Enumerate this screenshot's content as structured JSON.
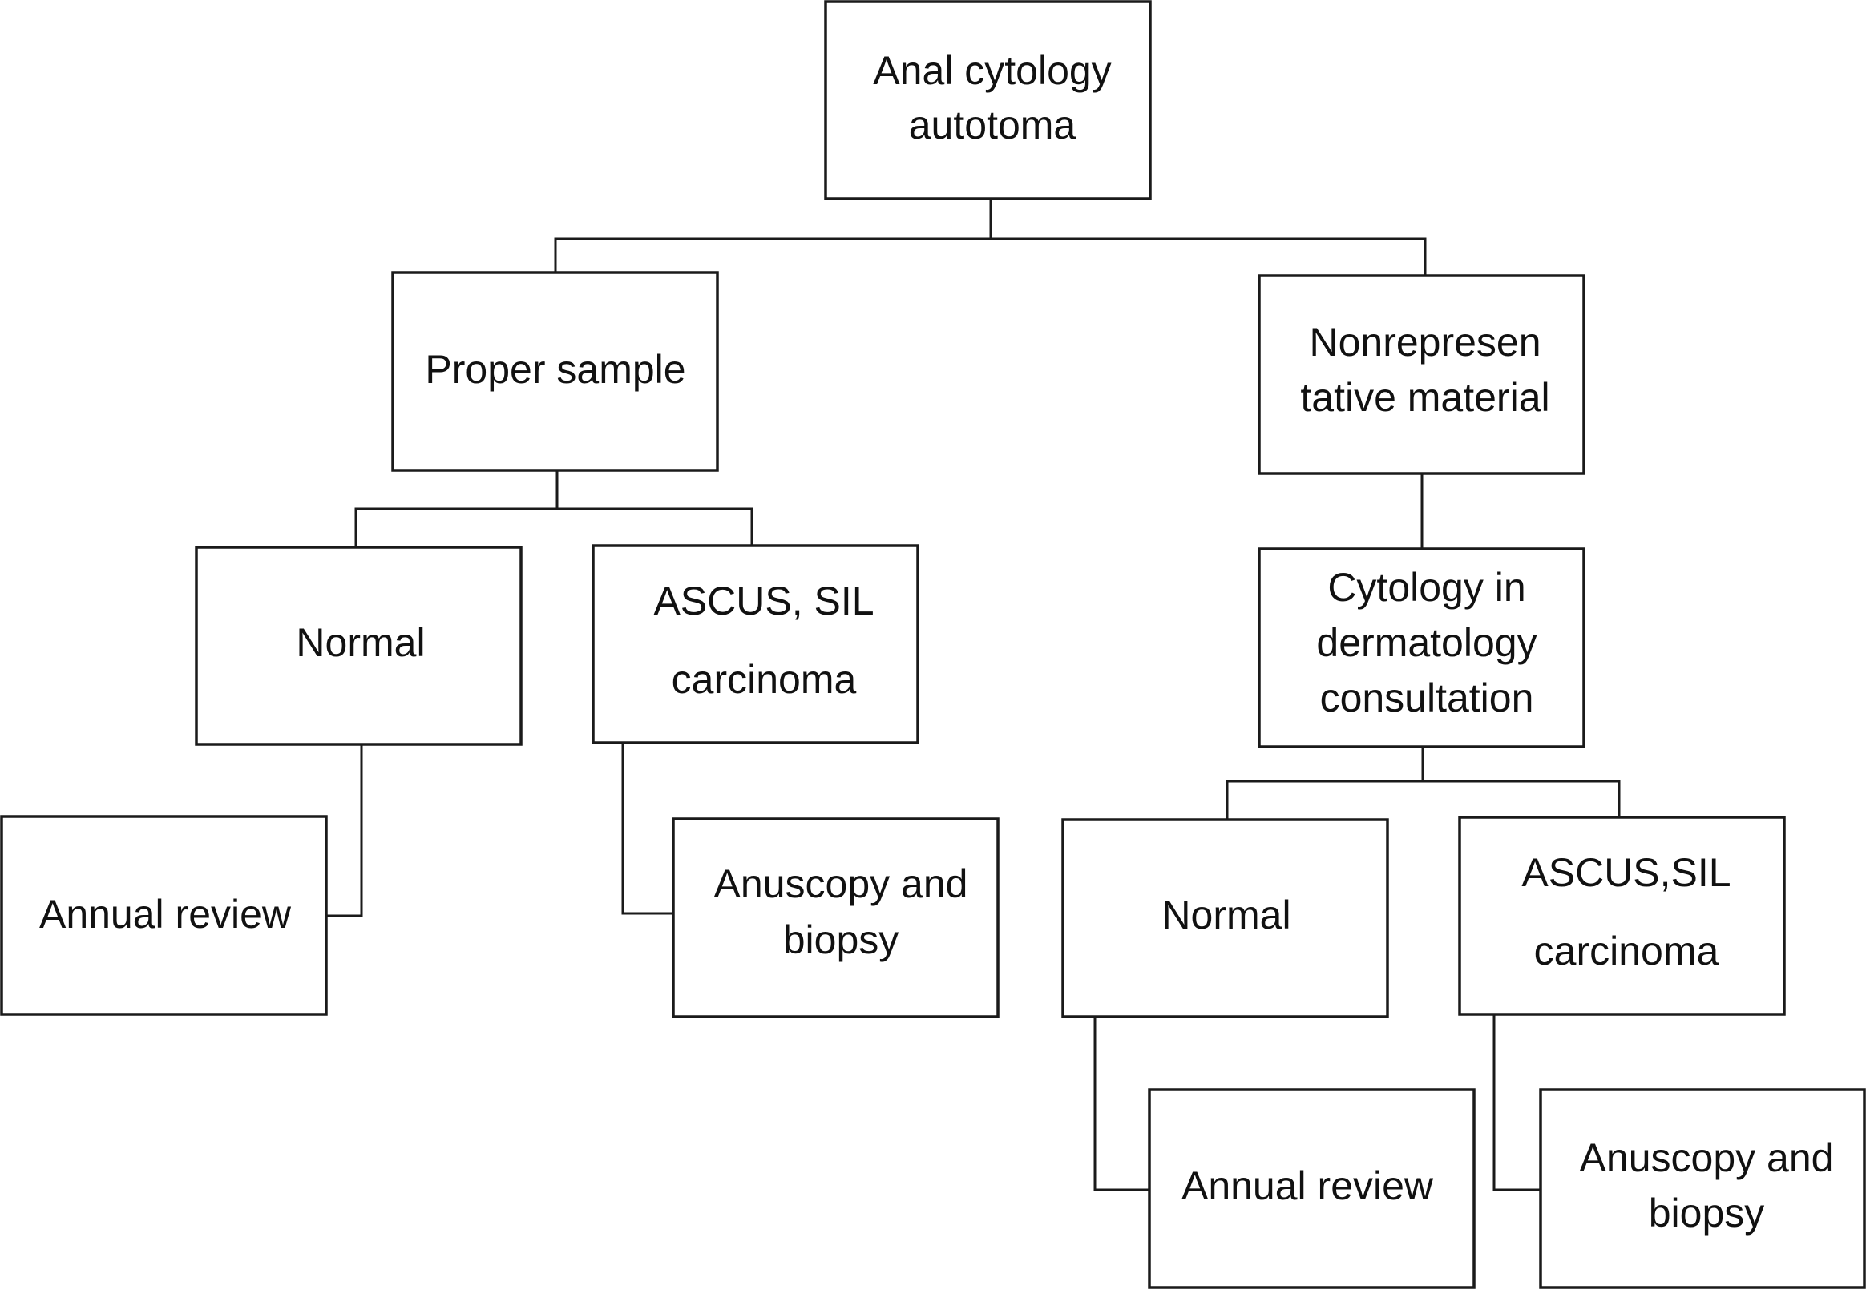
{
  "diagram": {
    "nodes": [
      {
        "id": "root",
        "lines": [
          "Anal cytology",
          "autotoma"
        ]
      },
      {
        "id": "proper",
        "lines": [
          "Proper sample"
        ]
      },
      {
        "id": "nonrep",
        "lines": [
          "Nonrepresen",
          "tative material"
        ]
      },
      {
        "id": "normal_left",
        "lines": [
          "Normal"
        ]
      },
      {
        "id": "ascus_left",
        "lines": [
          "ASCUS, SIL",
          "carcinoma"
        ]
      },
      {
        "id": "annual_left",
        "lines": [
          "Annual review"
        ]
      },
      {
        "id": "anuscopy_left",
        "lines": [
          "Anuscopy and",
          "biopsy"
        ]
      },
      {
        "id": "cyto_derm",
        "lines": [
          "Cytology in",
          "dermatology",
          "consultation"
        ]
      },
      {
        "id": "normal_right",
        "lines": [
          "Normal"
        ]
      },
      {
        "id": "ascus_right",
        "lines": [
          "ASCUS,SIL",
          "carcinoma"
        ]
      },
      {
        "id": "annual_right",
        "lines": [
          "Annual review"
        ]
      },
      {
        "id": "anuscopy_right",
        "lines": [
          "Anuscopy and",
          "biopsy"
        ]
      }
    ],
    "edges": [
      {
        "from": "root",
        "to": "proper"
      },
      {
        "from": "root",
        "to": "nonrep"
      },
      {
        "from": "proper",
        "to": "normal_left"
      },
      {
        "from": "proper",
        "to": "ascus_left"
      },
      {
        "from": "normal_left",
        "to": "annual_left"
      },
      {
        "from": "ascus_left",
        "to": "anuscopy_left"
      },
      {
        "from": "nonrep",
        "to": "cyto_derm"
      },
      {
        "from": "cyto_derm",
        "to": "normal_right"
      },
      {
        "from": "cyto_derm",
        "to": "ascus_right"
      },
      {
        "from": "normal_right",
        "to": "annual_right"
      },
      {
        "from": "ascus_right",
        "to": "anuscopy_right"
      }
    ]
  }
}
